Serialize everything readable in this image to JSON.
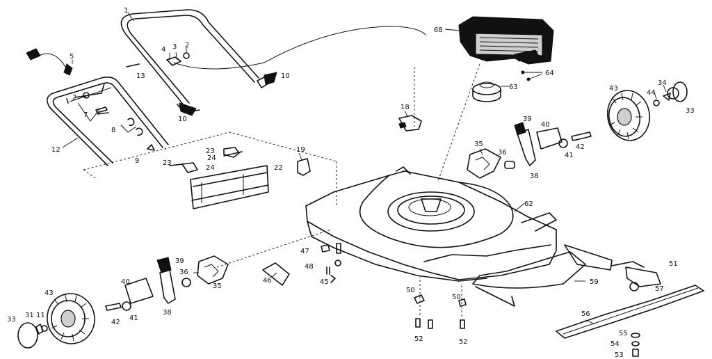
{
  "diagram": {
    "labels": {
      "p1": "1",
      "p2a": "2",
      "p2b": "2",
      "p3": "3",
      "p4": "4",
      "p5": "5",
      "p7": "7",
      "p8": "8",
      "p9": "9",
      "p10a": "10",
      "p10b": "10",
      "p11": "11",
      "p12": "12",
      "p13": "13",
      "p18": "18",
      "p19": "19",
      "p22": "22",
      "p23a": "23",
      "p23b": "23",
      "p24a": "24",
      "p24b": "24",
      "p31": "31",
      "p33a": "33",
      "p33b": "33",
      "p34": "34",
      "p35a": "35",
      "p35b": "35",
      "p36a": "36",
      "p36b": "36",
      "p38a": "38",
      "p38b": "38",
      "p39a": "39",
      "p39b": "39",
      "p40a": "40",
      "p40b": "40",
      "p41a": "41",
      "p41b": "41",
      "p42a": "42",
      "p42b": "42",
      "p43a": "43",
      "p43b": "43",
      "p44": "44",
      "p45": "45",
      "p46": "46",
      "p47": "47",
      "p48": "48",
      "p50a": "50",
      "p50b": "50",
      "p51": "51",
      "p52a": "52",
      "p52b": "52",
      "p53": "53",
      "p54": "54",
      "p55": "55",
      "p56": "56",
      "p57": "57",
      "p59": "59",
      "p62": "62",
      "p63": "63",
      "p64": "64",
      "p68": "68"
    }
  }
}
